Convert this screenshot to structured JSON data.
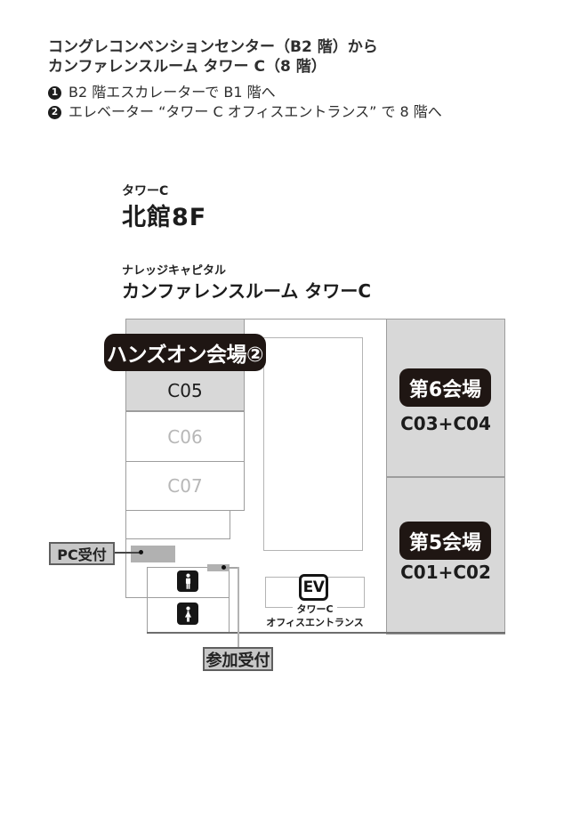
{
  "directions": {
    "from_line": "コングレコンベンションセンター（B2 階）から",
    "to_line": "カンファレンスルーム タワー C（8 階）",
    "steps": [
      {
        "num": "1",
        "text": "B2 階エスカレーターで B1 階へ"
      },
      {
        "num": "2",
        "text": "エレベーター “タワー C オフィスエントランス” で 8 階へ"
      }
    ]
  },
  "location": {
    "tower": "タワーC",
    "building_floor": "北館8F",
    "facility": "ナレッジキャピタル",
    "venue": "カンファレンスルーム タワーC"
  },
  "map": {
    "hands_on_label": "ハンズオン会場②",
    "rooms": {
      "c05": "C05",
      "c06": "C06",
      "c07": "C07"
    },
    "venue6": {
      "name": "第6会場",
      "rooms": "C03+C04"
    },
    "venue5": {
      "name": "第5会場",
      "rooms": "C01+C02"
    },
    "elevator": {
      "label": "EV",
      "caption_line1": "タワーC",
      "caption_line2": "オフィスエントランス"
    },
    "pc_reception": "PC受付",
    "registration": "参加受付",
    "icons": {
      "male": "male-restroom-icon",
      "female": "female-restroom-icon",
      "step1_marker": "black-circle-number-1",
      "step2_marker": "black-circle-number-2"
    },
    "colors": {
      "badge_bg": "#1f1613",
      "room_fill": "#d8d8d8",
      "desk_fill": "#b1b1b1",
      "callout_fill": "#c7c7c7",
      "boundary": "#9d9d9d"
    }
  }
}
